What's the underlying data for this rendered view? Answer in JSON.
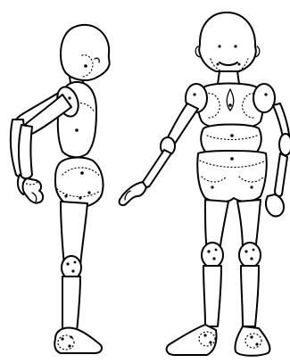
{
  "figures": [
    {
      "id": "side",
      "view": "side-view-figure"
    },
    {
      "id": "front",
      "view": "front-view-figure"
    }
  ]
}
